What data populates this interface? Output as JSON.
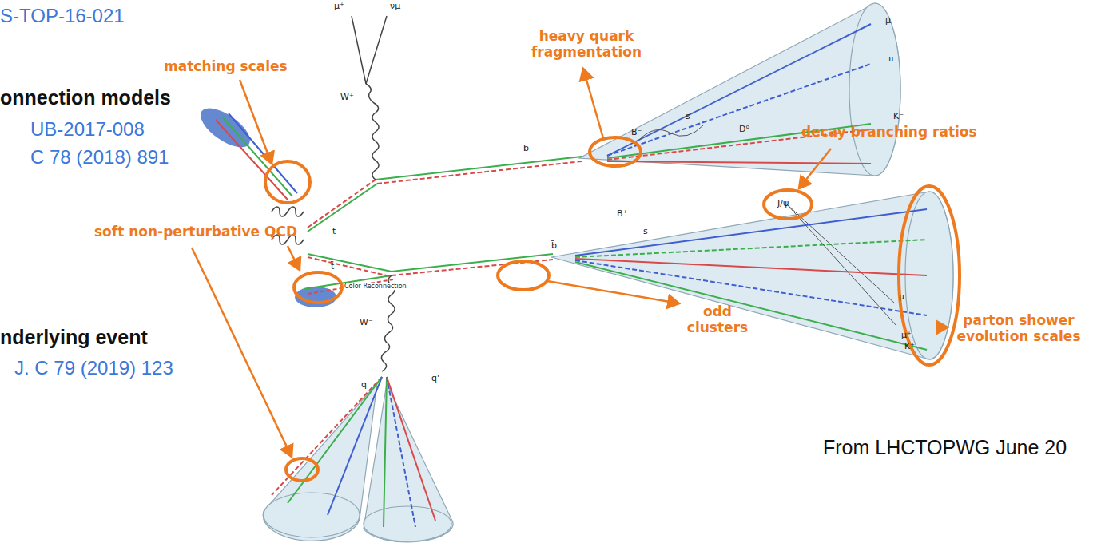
{
  "diagram": {
    "labels": [
      "S-TOP-16-021",
      "onnection models",
      "UB-2017-008",
      "C 78 (2018) 891",
      "soft non-perturbative QCD",
      "nderlying event",
      "J. C 79 (2019) 123",
      "From LHCTOPWG June 20",
      "matching scales",
      "heavy quark fragmentation",
      "decay branching ratios",
      "odd clusters",
      "parton shower evolution scales",
      "μ⁺",
      "νμ",
      "W⁺",
      "b",
      "t",
      "t̄",
      "Color Reconnection",
      "W⁻",
      "b̄",
      "q",
      "q̄'",
      "B⁻",
      "D⁰",
      "s",
      "μ",
      "π⁻",
      "K⁻",
      "B⁺",
      "J/ψ",
      "s̄",
      "μ⁻",
      "μ⁺",
      "K⁺"
    ]
  }
}
